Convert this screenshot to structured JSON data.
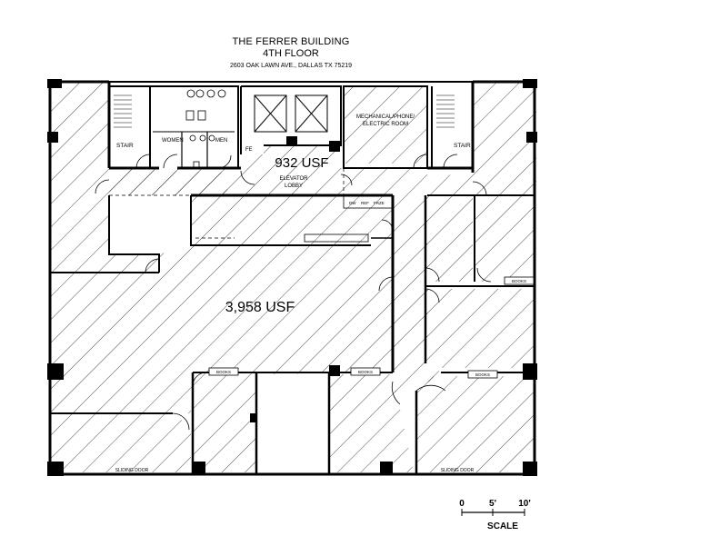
{
  "header": {
    "building_name": "THE FERRER BUILDING",
    "floor": "4TH FLOOR",
    "address": "2603 OAK LAWN AVE., DALLAS TX 75219"
  },
  "areas": {
    "core_usf": "932 USF",
    "main_usf": "3,958 USF"
  },
  "room_labels": {
    "stair_left": "STAIR",
    "stair_right": "STAIR",
    "women": "WOMEN",
    "men": "MEN",
    "mechanical": "MECHANICAL/PHONE/ ELECTRIC ROOM",
    "mechanical_line1": "MECHANICAL/PHONE/",
    "mechanical_line2": "ELECTRIC ROOM",
    "fe": "FE",
    "elevator_lobby_line1": "ELEVATOR",
    "elevator_lobby_line2": "LOBBY",
    "dw": "DW",
    "ref": "REF",
    "fridge": "FRZE"
  },
  "fixtures": {
    "books": [
      "BOOKS",
      "BOOKS",
      "BOOKS",
      "BOOKS"
    ],
    "sliding_door": [
      "SLIDING DOOR",
      "SLIDING DOOR"
    ]
  },
  "scale": {
    "ticks": [
      "0",
      "5'",
      "10'"
    ],
    "label": "SCALE"
  },
  "colors": {
    "line": "#000000",
    "hatch": "#000000",
    "background": "#ffffff"
  }
}
